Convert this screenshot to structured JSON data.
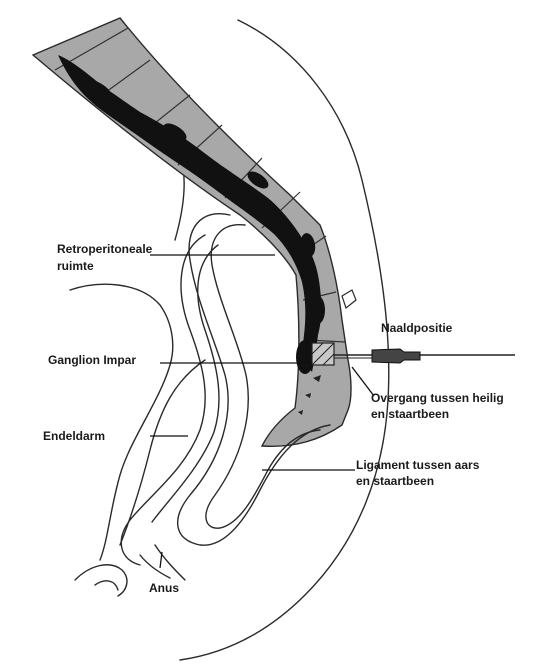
{
  "labels": {
    "retroperitoneal_line1": "Retroperitoneale",
    "retroperitoneal_line2": "ruimte",
    "ganglion": "Ganglion Impar",
    "endeldarm": "Endeldarm",
    "anus": "Anus",
    "naaldpositie": "Naaldpositie",
    "overgang_line1": "Overgang tussen heilig",
    "overgang_line2": "en staartbeen",
    "ligament_line1": "Ligament tussen aars",
    "ligament_line2": "en staartbeen"
  },
  "colors": {
    "background": "#ffffff",
    "line": "#2a2a2a",
    "bone_fill": "#a8a8a8",
    "ganglion_fill": "#111111",
    "text": "#1a1a1a"
  }
}
